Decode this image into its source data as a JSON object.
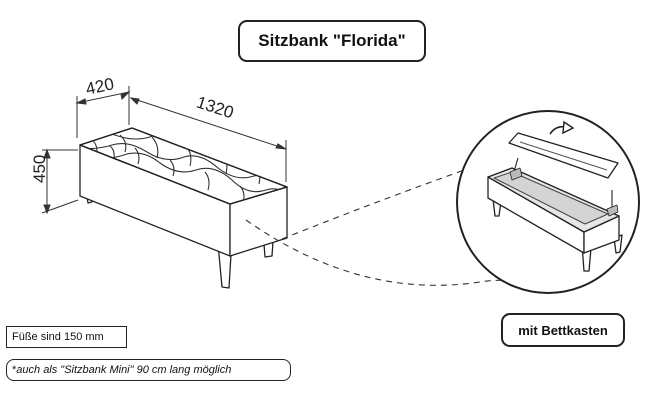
{
  "title": "Sitzbank \"Florida\"",
  "variant_label": "mit Bettkasten",
  "dimensions": {
    "depth": "420",
    "length": "1320",
    "height": "450"
  },
  "notes": {
    "feet": "Füße sind 150 mm",
    "mini_prefix": "*",
    "mini": "auch als \"Sitzbank Mini\" 90 cm lang möglich"
  }
}
